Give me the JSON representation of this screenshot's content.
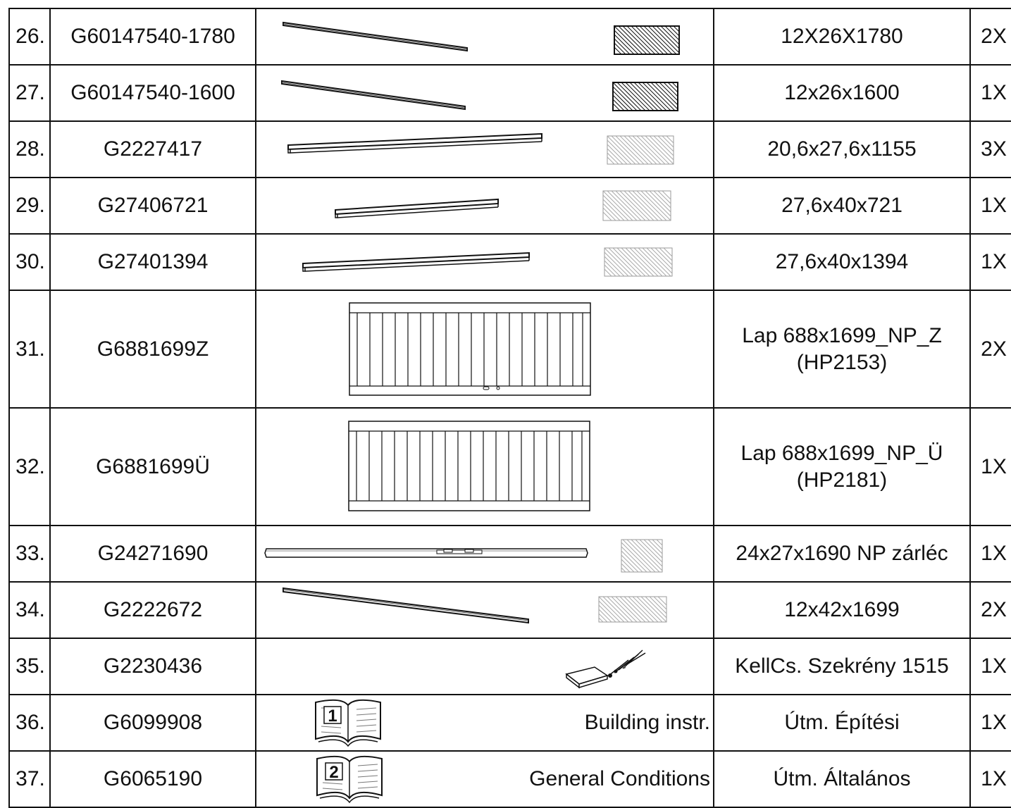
{
  "rows": [
    {
      "num": "26.",
      "code": "G60147540-1780",
      "dimension": "12X26X1780",
      "qty": "2X",
      "drawing": "thin-rail",
      "section": "dense-hatch"
    },
    {
      "num": "27.",
      "code": "G60147540-1600",
      "dimension": "12x26x1600",
      "qty": "1X",
      "drawing": "thin-rail",
      "section": "dense-hatch"
    },
    {
      "num": "28.",
      "code": "G2227417",
      "dimension": "20,6x27,6x1155",
      "qty": "3X",
      "drawing": "flat-beam",
      "section": "light-hatch"
    },
    {
      "num": "29.",
      "code": "G27406721",
      "dimension": "27,6x40x721",
      "qty": "1X",
      "drawing": "flat-beam",
      "section": "light-hatch"
    },
    {
      "num": "30.",
      "code": "G27401394",
      "dimension": "27,6x40x1394",
      "qty": "1X",
      "drawing": "flat-beam",
      "section": "light-hatch"
    },
    {
      "num": "31.",
      "code": "G6881699Z",
      "dimension_line1": "Lap 688x1699_NP_Z",
      "dimension_line2": "(HP2153)",
      "qty": "2X",
      "drawing": "slatted-panel-with-lock"
    },
    {
      "num": "32.",
      "code": "G6881699Ü",
      "dimension_line1": "Lap 688x1699_NP_Ü",
      "dimension_line2": "(HP2181)",
      "qty": "1X",
      "drawing": "slatted-panel"
    },
    {
      "num": "33.",
      "code": "G24271690",
      "dimension": "24x27x1690 NP zárléc",
      "qty": "1X",
      "drawing": "lock-strip",
      "section": "light-hatch"
    },
    {
      "num": "34.",
      "code": "G2222672",
      "dimension": "12x42x1699",
      "qty": "2X",
      "drawing": "thin-rail",
      "section": "light-hatch"
    },
    {
      "num": "35.",
      "code": "G2230436",
      "dimension": "KellCs. Szekrény 1515",
      "qty": "1X",
      "drawing": "fittings-bag"
    },
    {
      "num": "36.",
      "code": "G6099908",
      "book_number": "1",
      "book_label": "Building instr.",
      "dimension": "Útm. Építési",
      "qty": "1X",
      "drawing": "book-icon"
    },
    {
      "num": "37.",
      "code": "G6065190",
      "book_number": "2",
      "book_label": "General Conditions",
      "dimension": "Útm. Általános",
      "qty": "1X",
      "drawing": "book-icon"
    }
  ]
}
